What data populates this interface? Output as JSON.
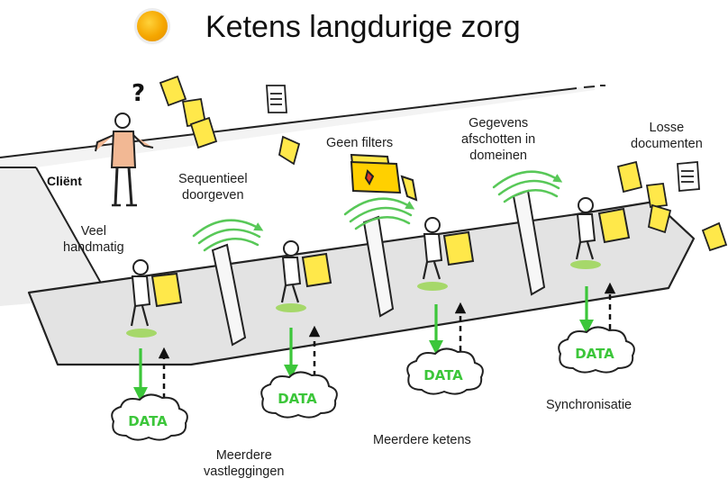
{
  "title": "Ketens langdurige zorg",
  "client_label": "Cliënt",
  "data_label": "DATA",
  "labels": {
    "veel_handmatig": [
      "Veel",
      "handmatig"
    ],
    "sequentieel": [
      "Sequentieel",
      "doorgeven"
    ],
    "geen_filters": "Geen filters",
    "gegevens": [
      "Gegevens",
      "afschotten in",
      "domeinen"
    ],
    "losse": [
      "Losse",
      "documenten"
    ],
    "meerdere_vast": [
      "Meerdere",
      "vastleggingen"
    ],
    "meerdere_ketens": "Meerdere ketens",
    "synchronisatie": "Synchronisatie"
  },
  "colors": {
    "accent": "#f5a600",
    "data_green": "#3cc63a",
    "paper_yellow": "#ffe84a",
    "band_gray": "#e3e3e3"
  }
}
